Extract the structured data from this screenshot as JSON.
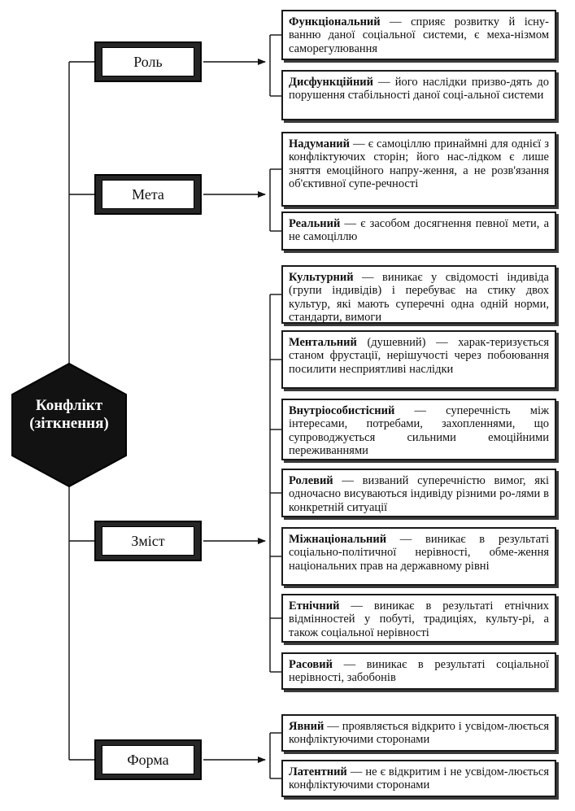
{
  "center": {
    "title": "Конфлікт",
    "subtitle": "(зіткнення)"
  },
  "categories": [
    {
      "label": "Роль",
      "items": [
        {
          "term": "Функціональний",
          "text": " — сприяє розвитку й існу-ванню даної соціальної системи, є меха-нізмом саморегулювання"
        },
        {
          "term": "Дисфункційний",
          "text": " — його наслідки призво-дять до порушення стабільності даної соці-альної системи"
        }
      ]
    },
    {
      "label": "Мета",
      "items": [
        {
          "term": "Надуманий",
          "text": " — є самоціллю принаймні для однієї з конфліктуючих сторін; його нас-лідком є лише зняття емоційного напру-ження, а не розв'язання об'єктивної супе-речності"
        },
        {
          "term": "Реальний",
          "text": " — є засобом досягнення певної мети, а не самоціллю"
        }
      ]
    },
    {
      "label": "Зміст",
      "items": [
        {
          "term": "Культурний",
          "text": " — виникає у свідомості індивіда (групи індивідів) і перебуває на стику двох культур, які мають суперечні одна одній норми, стандарти, вимоги"
        },
        {
          "term": "Ментальний",
          "text": " (душевний) — харак-теризується станом фрустації, нерішучості через побоювання посилити несприятливі наслідки"
        },
        {
          "term": "Внутріособистісний",
          "text": " — суперечність між інтересами, потребами, захопленнями, що супроводжується сильними емоційними переживаннями"
        },
        {
          "term": "Ролевий",
          "text": " — визваний суперечністю вимог, які одночасно висуваються індивіду різними ро-лями в конкретній ситуації"
        },
        {
          "term": "Міжнаціональний",
          "text": " — виникає в результаті соціально-політичної нерівності, обме-ження національних прав на державному рівні"
        },
        {
          "term": "Етнічний",
          "text": " — виникає в результаті етнічних відмінностей у побуті, традиціях, культу-рі, а також соціальної нерівності"
        },
        {
          "term": "Расовий",
          "text": " — виникає в результаті соціальної нерівності, забобонів"
        }
      ]
    },
    {
      "label": "Форма",
      "items": [
        {
          "term": "Явний",
          "text": " — проявляється відкрито і усвідом-люється конфліктуючими сторонами"
        },
        {
          "term": "Латентний",
          "text": " — не є відкритим і не усвідом-люється конфліктуючими сторонами"
        }
      ]
    }
  ]
}
